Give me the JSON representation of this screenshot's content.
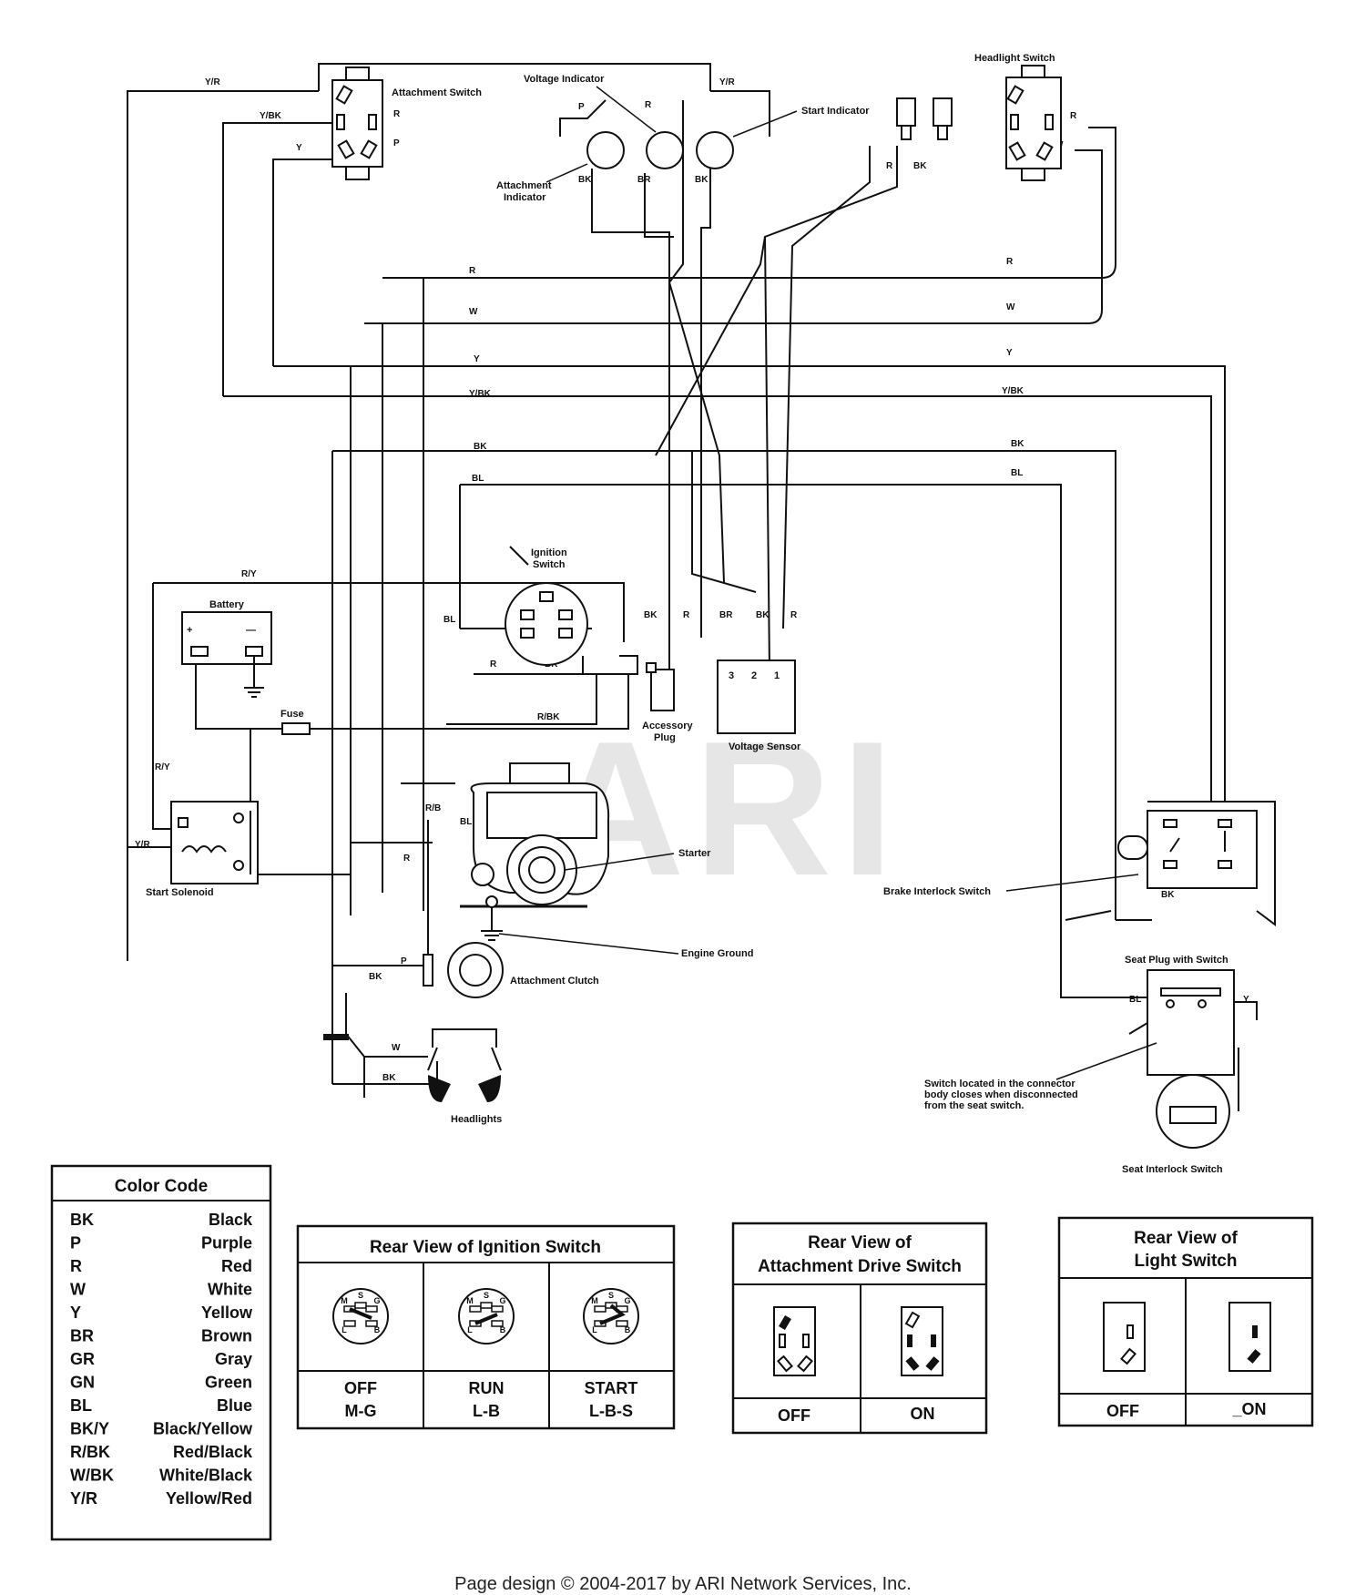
{
  "watermark": "ARI",
  "components": {
    "attachment_switch": "Attachment Switch",
    "voltage_indicator": "Voltage Indicator",
    "start_indicator": "Start Indicator",
    "attachment_indicator_line1": "Attachment",
    "attachment_indicator_line2": "Indicator",
    "headlight_switch": "Headlight Switch",
    "ignition_switch_line1": "Ignition",
    "ignition_switch_line2": "Switch",
    "battery": "Battery",
    "fuse": "Fuse",
    "start_solenoid": "Start Solenoid",
    "accessory_plug_line1": "Accessory",
    "accessory_plug_line2": "Plug",
    "voltage_sensor": "Voltage Sensor",
    "starter": "Starter",
    "engine_ground": "Engine Ground",
    "attachment_clutch": "Attachment Clutch",
    "headlights": "Headlights",
    "brake_interlock_switch": "Brake Interlock Switch",
    "seat_plug_with_switch": "Seat Plug with Switch",
    "seat_interlock_switch": "Seat Interlock Switch",
    "seat_note_line1": "Switch located in the connector",
    "seat_note_line2": "body closes when disconnected",
    "seat_note_line3": "from the seat switch."
  },
  "wire_labels": {
    "yr": "Y/R",
    "ybk": "Y/BK",
    "y": "Y",
    "r": "R",
    "p": "P",
    "w": "W",
    "bk": "BK",
    "bl": "BL",
    "br": "BR",
    "rbk": "R/BK",
    "ry": "R/Y",
    "rb": "R/B",
    "plus": "+",
    "minus": "—",
    "s3": "3",
    "s2": "2",
    "s1": "1"
  },
  "color_code": {
    "title": "Color Code",
    "items": [
      {
        "code": "BK",
        "name": "Black"
      },
      {
        "code": "P",
        "name": "Purple"
      },
      {
        "code": "R",
        "name": "Red"
      },
      {
        "code": "W",
        "name": "White"
      },
      {
        "code": "Y",
        "name": "Yellow"
      },
      {
        "code": "BR",
        "name": "Brown"
      },
      {
        "code": "GR",
        "name": "Gray"
      },
      {
        "code": "GN",
        "name": "Green"
      },
      {
        "code": "BL",
        "name": "Blue"
      },
      {
        "code": "BK/Y",
        "name": "Black/Yellow"
      },
      {
        "code": "R/BK",
        "name": "Red/Black"
      },
      {
        "code": "W/BK",
        "name": "White/Black"
      },
      {
        "code": "Y/R",
        "name": "Yellow/Red"
      }
    ]
  },
  "ignition_rear_view": {
    "title": "Rear View of Ignition Switch",
    "terminal_labels": [
      "M",
      "S",
      "G",
      "L",
      "B"
    ],
    "positions": [
      {
        "name": "OFF",
        "connects": "M-G"
      },
      {
        "name": "RUN",
        "connects": "L-B"
      },
      {
        "name": "START",
        "connects": "L-B-S"
      }
    ]
  },
  "attachment_drive_rear_view": {
    "title_line1": "Rear View of",
    "title_line2": "Attachment Drive Switch",
    "positions": [
      "OFF",
      "ON"
    ]
  },
  "light_switch_rear_view": {
    "title_line1": "Rear View of",
    "title_line2": "Light Switch",
    "positions": [
      "OFF",
      "_ON"
    ]
  },
  "footer": "Page design © 2004-2017 by ARI Network Services, Inc."
}
